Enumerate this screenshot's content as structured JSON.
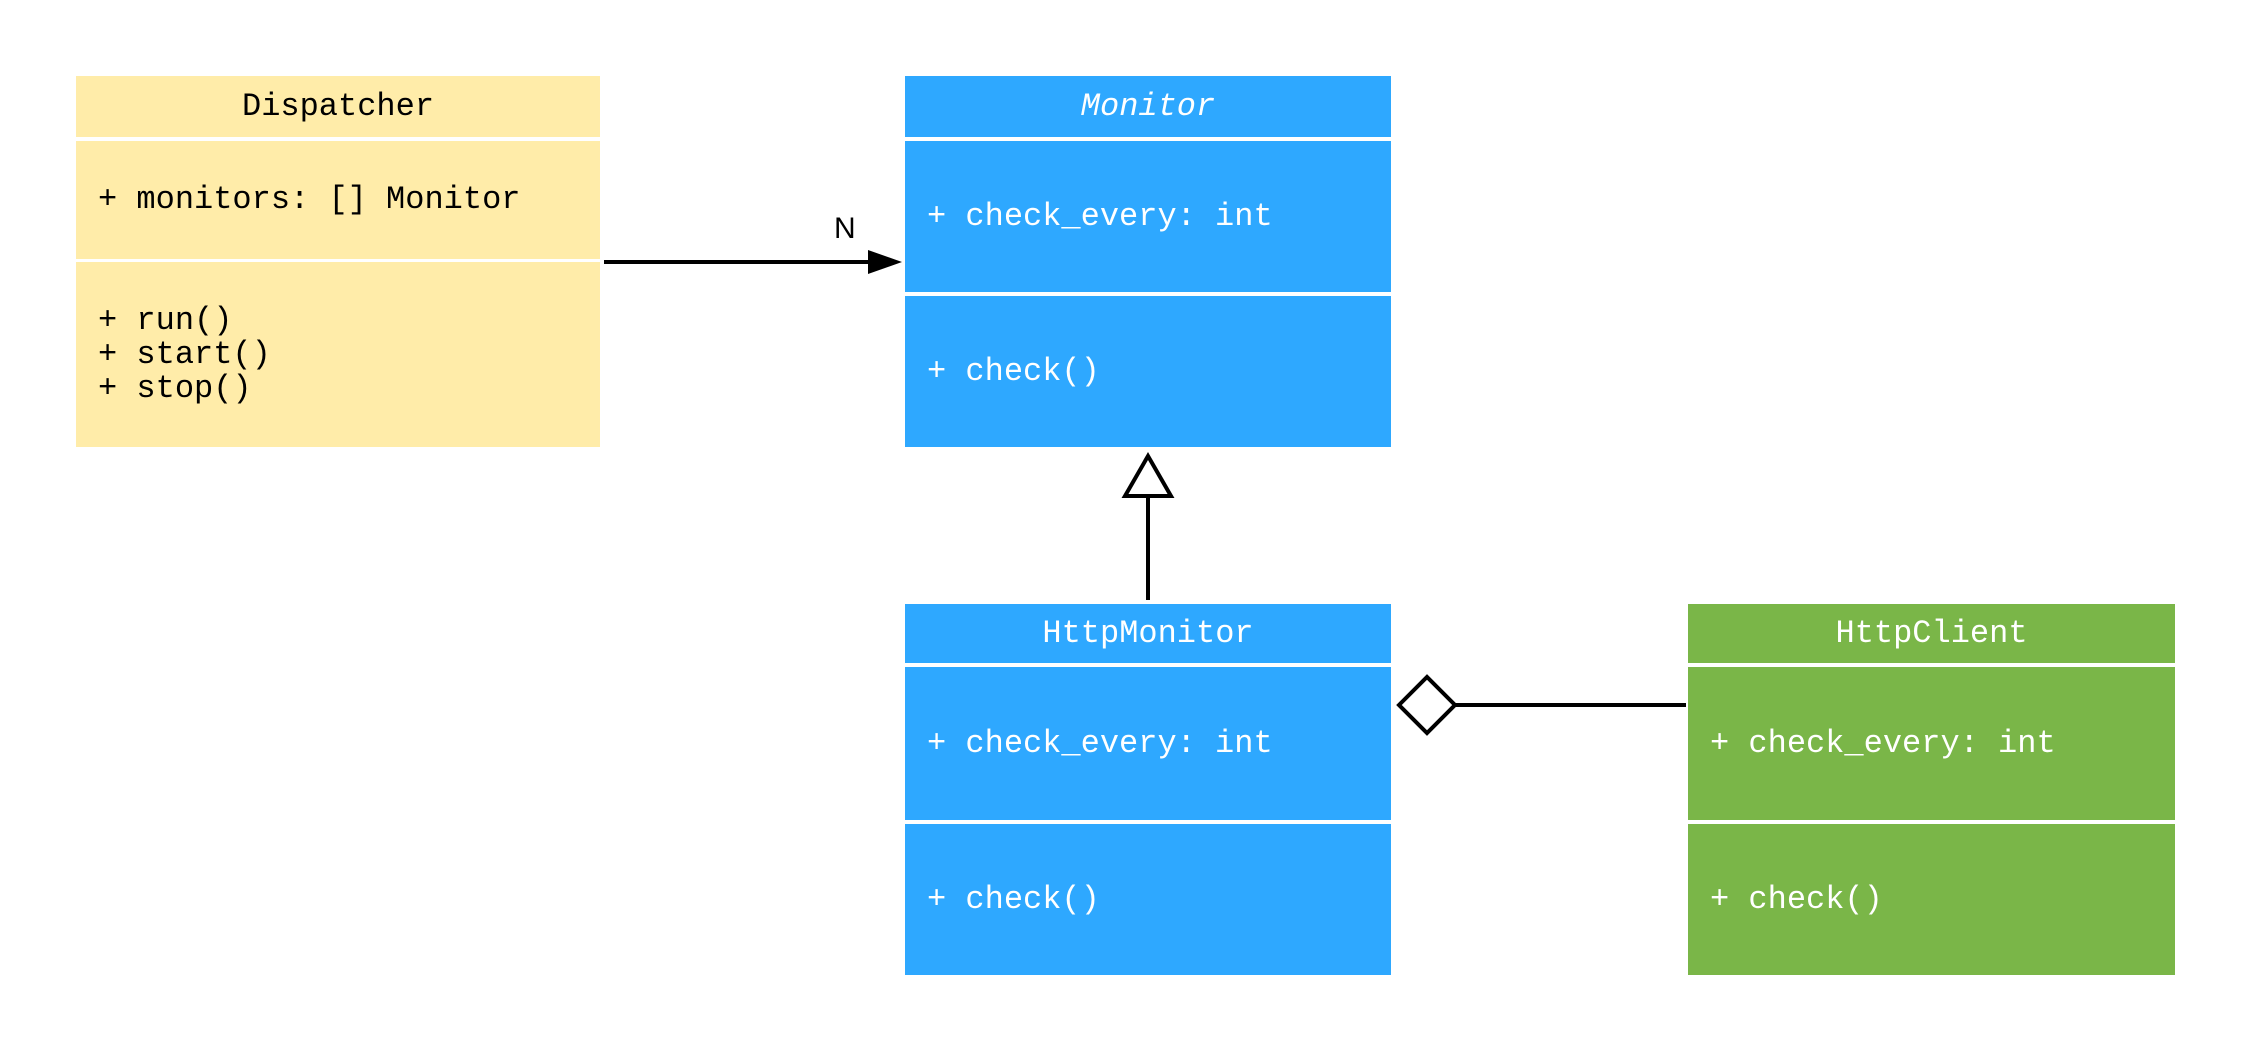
{
  "colors": {
    "dispatcher": "#FFECA9",
    "monitor": "#2EA8FF",
    "http_client": "#7AB648",
    "line": "#000000"
  },
  "classes": {
    "dispatcher": {
      "name": "Dispatcher",
      "attributes": [
        "+ monitors: [] Monitor"
      ],
      "methods": [
        "+ run()",
        "+ start()",
        "+ stop()"
      ]
    },
    "monitor": {
      "name": "Monitor",
      "abstract": true,
      "attributes": [
        "+ check_every: int"
      ],
      "methods": [
        "+ check()"
      ]
    },
    "http_monitor": {
      "name": "HttpMonitor",
      "attributes": [
        "+ check_every: int"
      ],
      "methods": [
        "+ check()"
      ]
    },
    "http_client": {
      "name": "HttpClient",
      "attributes": [
        "+ check_every: int"
      ],
      "methods": [
        "+ check()"
      ]
    }
  },
  "relations": [
    {
      "from": "Dispatcher",
      "to": "Monitor",
      "type": "association",
      "multiplicity": "N"
    },
    {
      "from": "HttpMonitor",
      "to": "Monitor",
      "type": "generalization"
    },
    {
      "from": "HttpClient",
      "to": "HttpMonitor",
      "type": "aggregation"
    }
  ]
}
